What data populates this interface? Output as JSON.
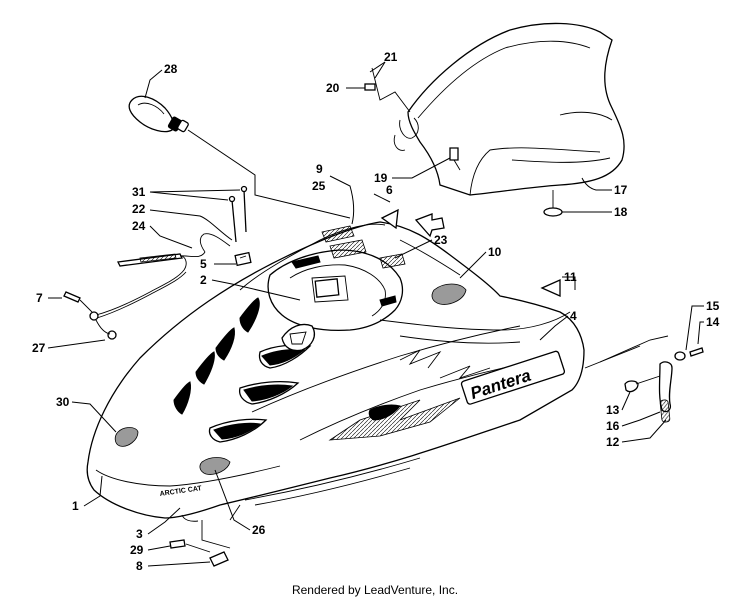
{
  "diagram": {
    "callouts": [
      "28",
      "21",
      "20",
      "19",
      "17",
      "18",
      "9",
      "25",
      "6",
      "31",
      "22",
      "24",
      "23",
      "10",
      "11",
      "5",
      "2",
      "7",
      "27",
      "4",
      "15",
      "14",
      "30",
      "13",
      "16",
      "12",
      "1",
      "26",
      "3",
      "29",
      "8"
    ],
    "decal_label": "Pantera",
    "brand_label": "ARCTIC CAT"
  },
  "footer": {
    "credit": "Rendered by LeadVenture, Inc."
  }
}
